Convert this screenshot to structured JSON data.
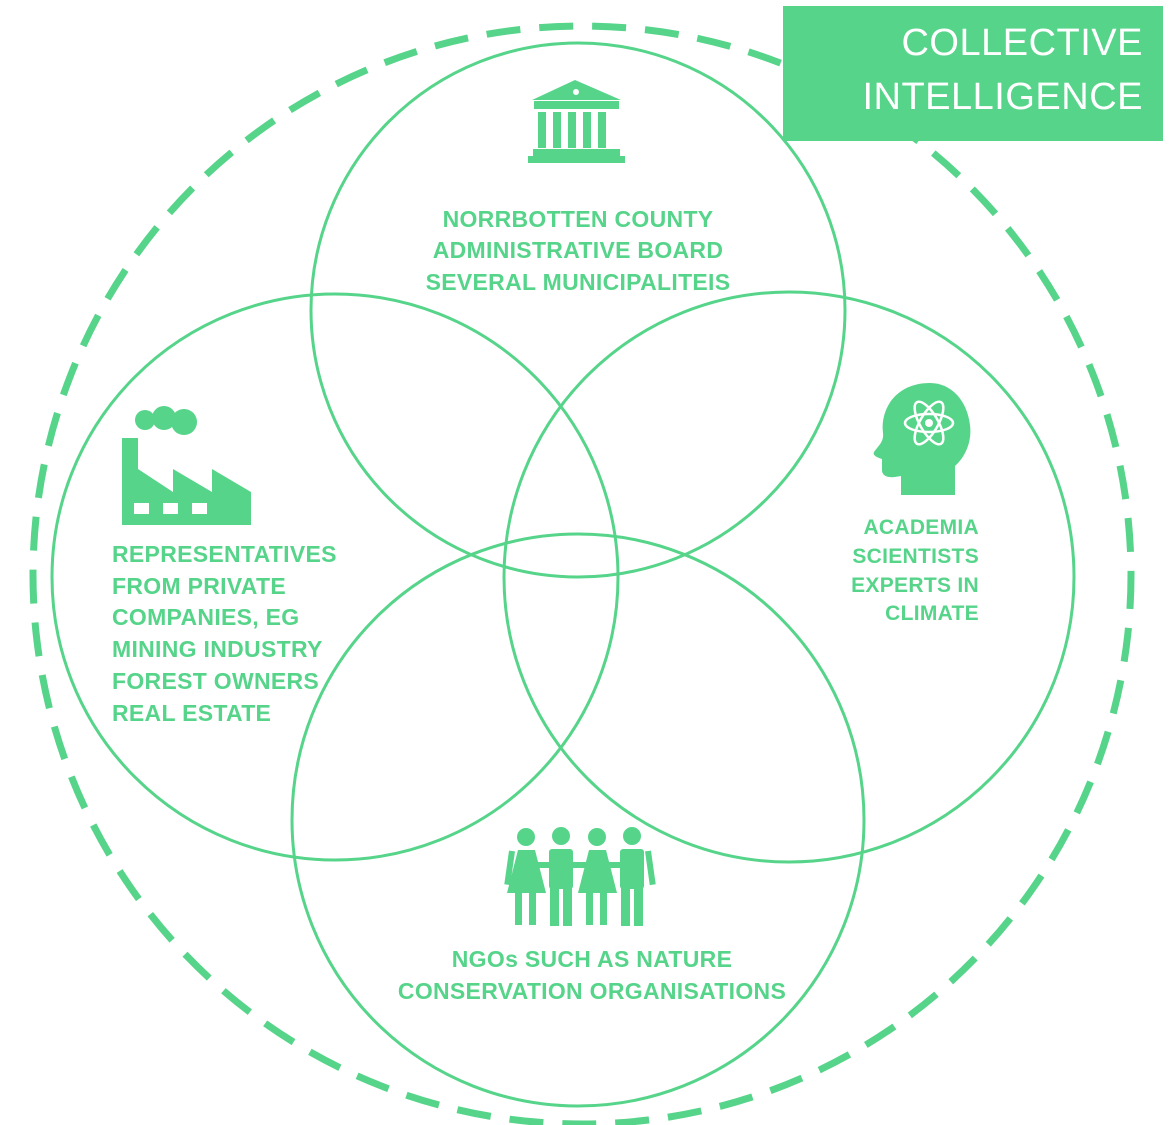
{
  "colors": {
    "accent": "#56d48a",
    "title_text": "#ffffff",
    "background": "#ffffff"
  },
  "title": {
    "line1": "COLLECTIVE",
    "line2": "INTELLIGENCE"
  },
  "groups": {
    "government": {
      "icon": "government-building-icon",
      "lines": [
        "NORRBOTTEN COUNTY",
        "ADMINISTRATIVE BOARD",
        "SEVERAL MUNICIPALITEIS"
      ]
    },
    "private": {
      "icon": "factory-icon",
      "lines": [
        "REPRESENTATIVES",
        "FROM PRIVATE",
        "COMPANIES, EG",
        "MINING INDUSTRY",
        "FOREST OWNERS",
        "REAL ESTATE"
      ]
    },
    "academia": {
      "icon": "head-atom-icon",
      "lines": [
        "ACADEMIA",
        "SCIENTISTS",
        "EXPERTS IN",
        "CLIMATE"
      ]
    },
    "ngo": {
      "icon": "people-group-icon",
      "lines": [
        "NGOs SUCH AS NATURE",
        "CONSERVATION ORGANISATIONS"
      ]
    }
  }
}
